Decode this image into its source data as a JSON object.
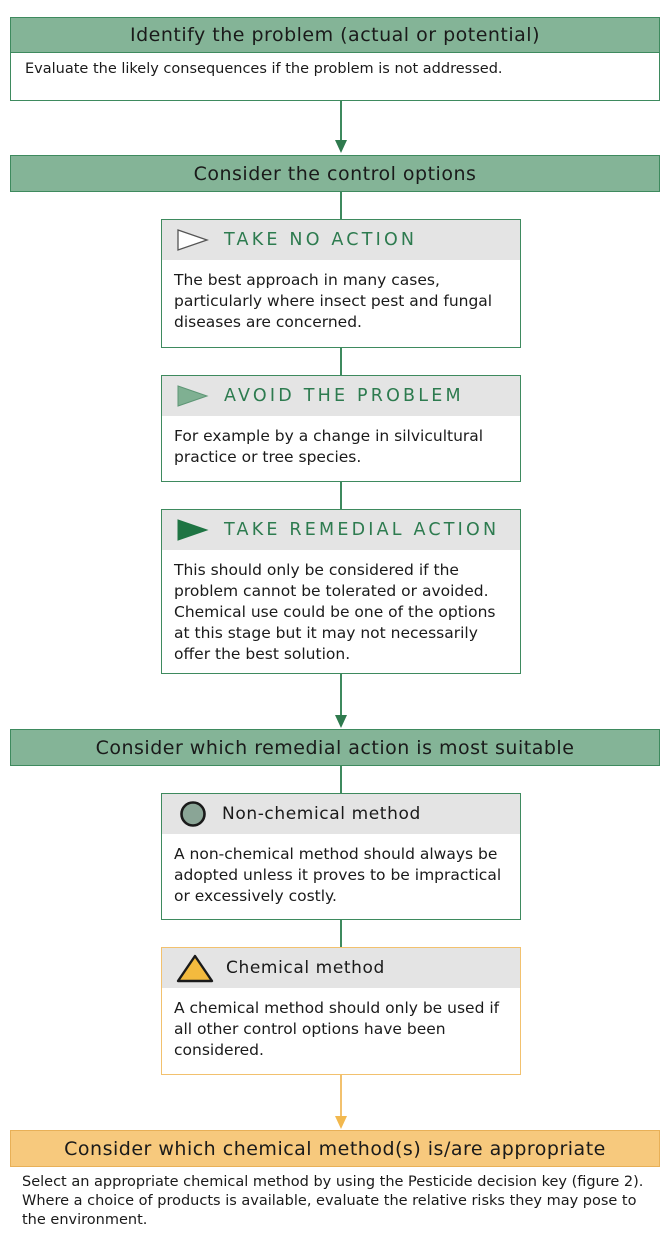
{
  "step1": {
    "title": "Identify the problem (actual or potential)",
    "description": "Evaluate the likely consequences if the problem is not addressed."
  },
  "step2": {
    "title": "Consider the control options",
    "options": [
      {
        "title": "TAKE NO ACTION",
        "icon": "outline-triangle-icon",
        "text": "The best approach in many cases, particularly where insect pest and fungal diseases are concerned."
      },
      {
        "title": "AVOID THE PROBLEM",
        "icon": "light-green-triangle-icon",
        "text": "For example by a change in silvicultural practice or tree species."
      },
      {
        "title": "TAKE REMEDIAL ACTION",
        "icon": "dark-green-triangle-icon",
        "text": "This should only be considered if the problem cannot be tolerated or avoided. Chemical use could be one of the options at this stage but it may not necessarily offer the best solution."
      }
    ]
  },
  "step3": {
    "title": "Consider which remedial action is most suitable",
    "methods": [
      {
        "title": "Non-chemical method",
        "icon": "circle-icon",
        "text": "A non-chemical method should always be adopted unless it proves to be impractical or excessively costly."
      },
      {
        "title": "Chemical method",
        "icon": "warning-triangle-icon",
        "text": "A chemical method should only be used if all other control options have been considered."
      }
    ]
  },
  "step4": {
    "title": "Consider which chemical method(s) is/are appropriate",
    "description": "Select an appropriate chemical method by using the Pesticide decision key (figure 2). Where a choice of products is available, evaluate the relative risks they may pose to the environment."
  },
  "colors": {
    "green_bar": "#84b497",
    "green_line": "#3e8a5e",
    "green_title": "#2d7b4f",
    "orange_bar": "#f7c97d",
    "orange_line": "#f2c16e",
    "card_header": "#e4e4e4"
  }
}
